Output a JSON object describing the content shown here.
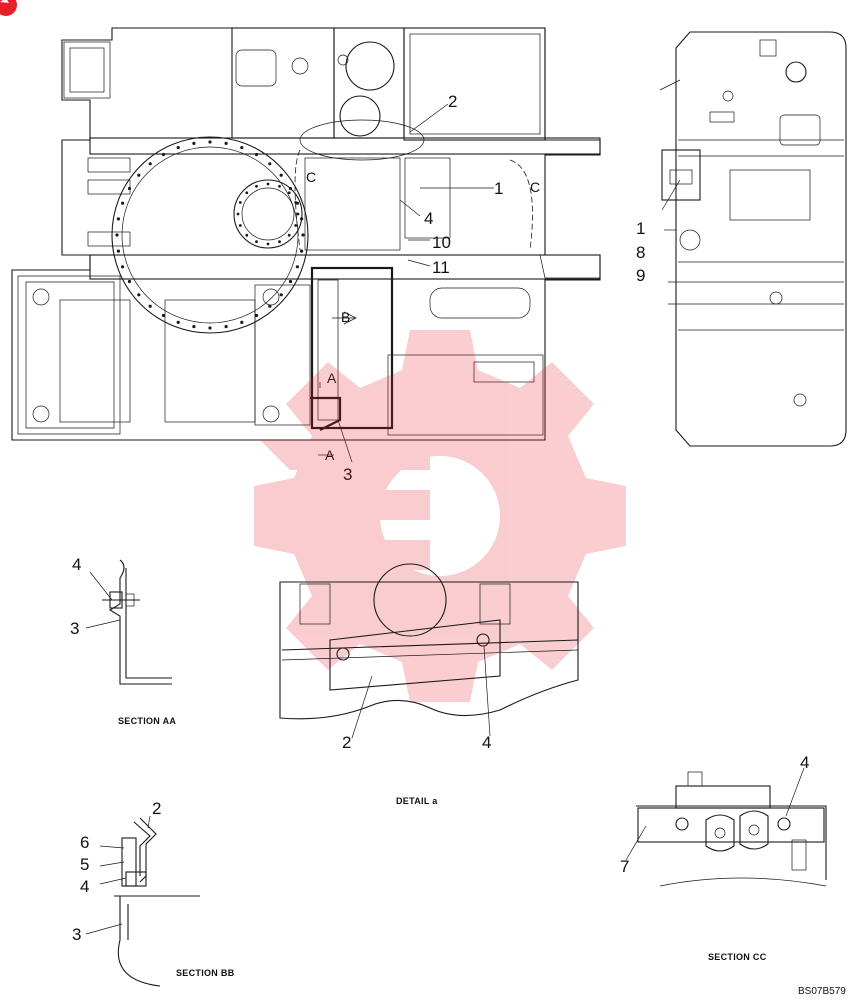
{
  "brand": {
    "badge_color": "#e8202a",
    "watermark_color": "#e8202a"
  },
  "main_view": {
    "callouts": [
      "1",
      "2",
      "3",
      "4",
      "8",
      "9",
      "10",
      "11",
      "1"
    ],
    "section_letters": [
      "C",
      "C",
      "B",
      "A",
      "A"
    ]
  },
  "detail_a": {
    "label": "DETAIL a",
    "callouts": [
      "2",
      "4"
    ]
  },
  "section_aa": {
    "label": "SECTION AA",
    "callouts": [
      "4",
      "3"
    ]
  },
  "section_bb": {
    "label": "SECTION BB",
    "callouts": [
      "2",
      "6",
      "5",
      "4",
      "3"
    ]
  },
  "section_cc": {
    "label": "SECTION CC",
    "callouts": [
      "4",
      "7"
    ]
  },
  "drawing_code": "BS07B579",
  "icons": [
    "brand-badge-icon",
    "watermark-gear-icon"
  ]
}
